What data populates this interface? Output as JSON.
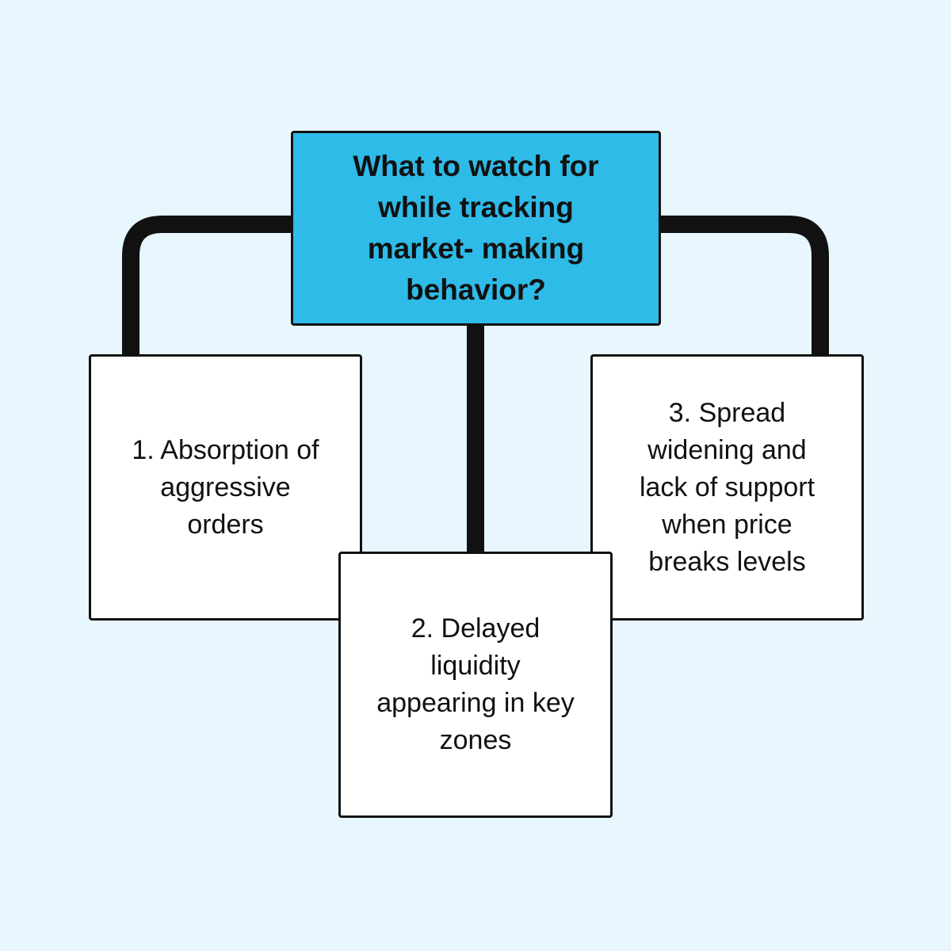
{
  "diagram": {
    "central_topic": {
      "text": "What to watch for\nwhile tracking\nmarket- making\nbehavior?"
    },
    "items": [
      {
        "text": "1. Absorption of\naggressive\norders"
      },
      {
        "text": "2. Delayed\nliquidity\nappearing in key\nzones"
      },
      {
        "text": "3. Spread\nwidening and\nlack of support\nwhen price\nbreaks levels"
      }
    ]
  },
  "colors": {
    "background": "#e8f7fd",
    "central_fill": "#2ebbe8",
    "item_fill": "#ffffff",
    "stroke": "#111111"
  }
}
